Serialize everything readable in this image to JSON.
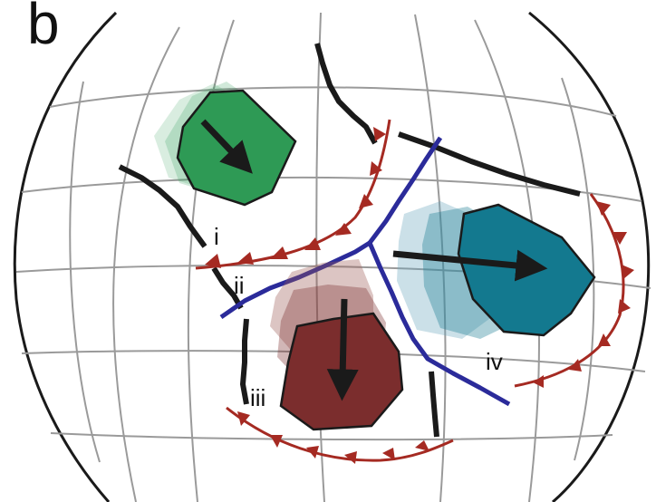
{
  "panel_label": "b",
  "plates": [
    {
      "label": "i",
      "color": "#2e9a55"
    },
    {
      "label": "ii",
      "color": "#4a6a86"
    },
    {
      "label": "iii",
      "color": "#7b2d2d"
    },
    {
      "label": "iv",
      "color": "#13798f"
    }
  ],
  "colors": {
    "grid": "#9a9a9a",
    "ridge": "#2b2b9a",
    "subduction": "#a52a22",
    "transform": "#1a1a1a",
    "outline": "#1a1a1a"
  }
}
